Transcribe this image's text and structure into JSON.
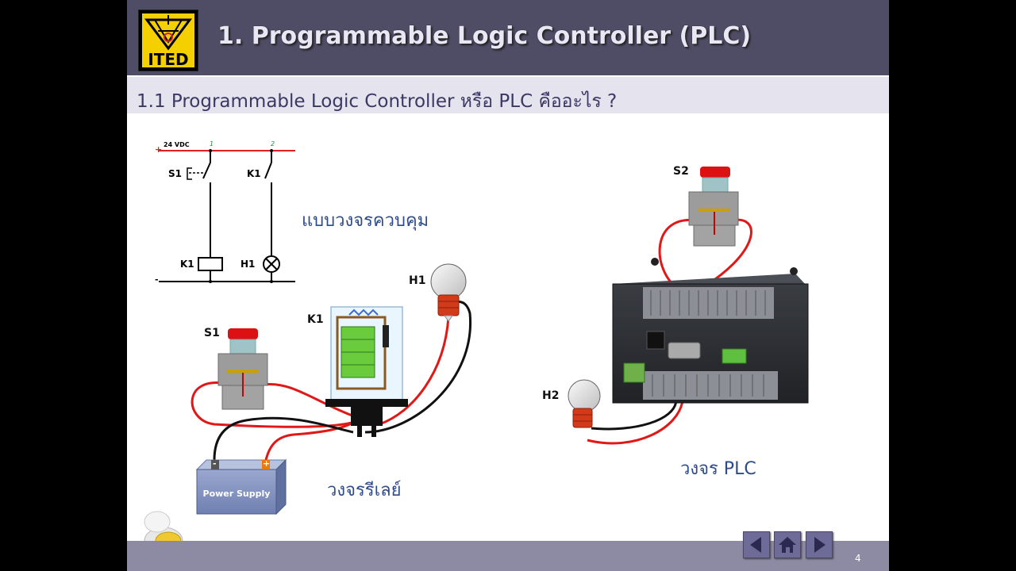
{
  "header": {
    "logo_text": "ITED",
    "title": "1. Programmable Logic Controller (PLC)"
  },
  "subheader": {
    "title": "1.1 Programmable Logic Controller หรือ PLC คืออะไร ?"
  },
  "schematic": {
    "supply_label": "24 VDC",
    "plus": "+",
    "minus": "-",
    "node1": "1",
    "node2": "2",
    "s1": "S1",
    "k1_contact": "K1",
    "k1_coil": "K1",
    "h1": "H1",
    "caption": "แบบวงจรควบคุม"
  },
  "relay_circuit": {
    "s1": "S1",
    "k1": "K1",
    "h1": "H1",
    "power_supply": "Power Supply",
    "minus": "-",
    "plus": "+",
    "caption": "วงจรรีเลย์"
  },
  "plc_circuit": {
    "s2": "S2",
    "h2": "H2",
    "caption": "วงจร PLC"
  },
  "footer": {
    "page_number": "4"
  },
  "nav": {
    "prev_icon": "triangle-left",
    "home_icon": "house",
    "next_icon": "triangle-right"
  }
}
